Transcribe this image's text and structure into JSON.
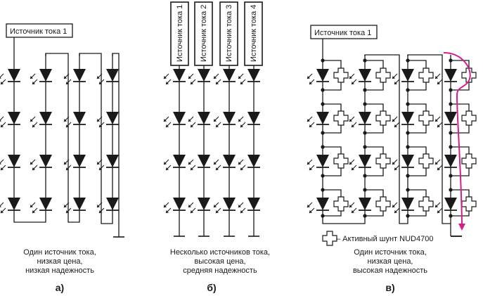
{
  "panels": [
    {
      "source_labels": [
        "Источник тока 1"
      ],
      "caption_lines": [
        "Один источник тока,",
        "низкая цена,",
        "низкая надежность"
      ],
      "letter": "а)"
    },
    {
      "source_labels": [
        "Источник тока 1",
        "Источник тока 2",
        "Источник тока 3",
        "Источник тока 4"
      ],
      "caption_lines": [
        "Несколько источников тока,",
        "высокая цена,",
        "средняя надежность"
      ],
      "letter": "б)"
    },
    {
      "source_labels": [
        "Источник тока 1"
      ],
      "legend": "– Активный шунт NUD4700",
      "caption_lines": [
        "Один источник тока,",
        "низкая цена,",
        "высокая надежность"
      ],
      "letter": "в)"
    }
  ],
  "colors": {
    "line": "#1a1a1a",
    "current_path": "#d0208a"
  }
}
